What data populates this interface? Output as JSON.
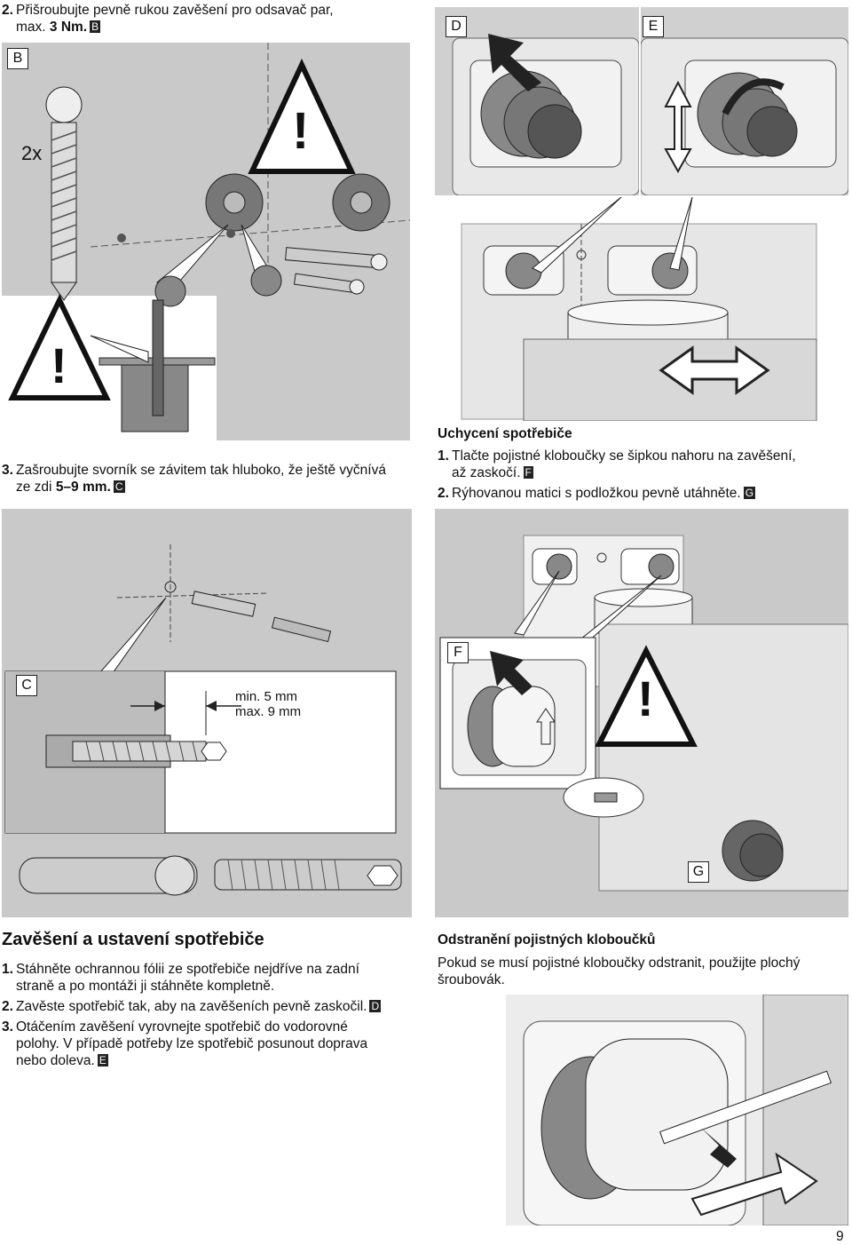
{
  "left_top": {
    "step2_num": "2.",
    "step2_line1": "Přišroubujte pevně rukou zavěšení pro odsavač par,",
    "step2_line2_prefix": "max. ",
    "step2_line2_bold": "3 Nm.",
    "step2_tag": "B",
    "step3_num": "3.",
    "step3_line1": "Zašroubujte svorník se závitem tak hluboko, že ještě vyčnívá",
    "step3_line2_prefix": "ze zdi ",
    "step3_line2_bold": "5–9 mm.",
    "step3_tag": "C"
  },
  "figure_b": {
    "label": "B",
    "count_label": "2x",
    "warning_symbol": "!",
    "warning_symbol_2": "!"
  },
  "figure_d": {
    "label": "D"
  },
  "figure_e": {
    "label": "E"
  },
  "right_top": {
    "heading": "Uchycení spotřebiče",
    "step1_num": "1.",
    "step1_line1": "Tlačte pojistné kloboučky se šipkou nahoru na zavěšení,",
    "step1_line2": "až zaskočí.",
    "step1_tag": "F",
    "step2_num": "2.",
    "step2_line1": "Rýhovanou matici s podložkou pevně utáhněte.",
    "step2_tag": "G"
  },
  "figure_c": {
    "label": "C",
    "min_label": "min. 5 mm",
    "max_label": "max. 9 mm"
  },
  "figure_f": {
    "label": "F",
    "warning_symbol": "!"
  },
  "figure_g": {
    "label": "G"
  },
  "bottom_left": {
    "heading": "Zavěšení a ustavení spotřebiče",
    "step1_num": "1.",
    "step1_line1": "Stáhněte ochrannou fólii ze spotřebiče nejdříve na zadní",
    "step1_line2": "straně a po montáži ji stáhněte kompletně.",
    "step2_num": "2.",
    "step2_line1": "Zavěste spotřebič tak, aby na zavěšeních pevně zaskočil.",
    "step2_tag": "D",
    "step3_num": "3.",
    "step3_line1": "Otáčením zavěšení vyrovnejte spotřebič do vodorovné",
    "step3_line2": "polohy. V případě potřeby lze spotřebič posunout doprava",
    "step3_line3": "nebo doleva.",
    "step3_tag": "E"
  },
  "bottom_right": {
    "heading": "Odstranění pojistných kloboučků",
    "line1": "Pokud se musí pojistné kloboučky odstranit, použijte plochý",
    "line2": "šroubovák."
  },
  "page_number": "9"
}
